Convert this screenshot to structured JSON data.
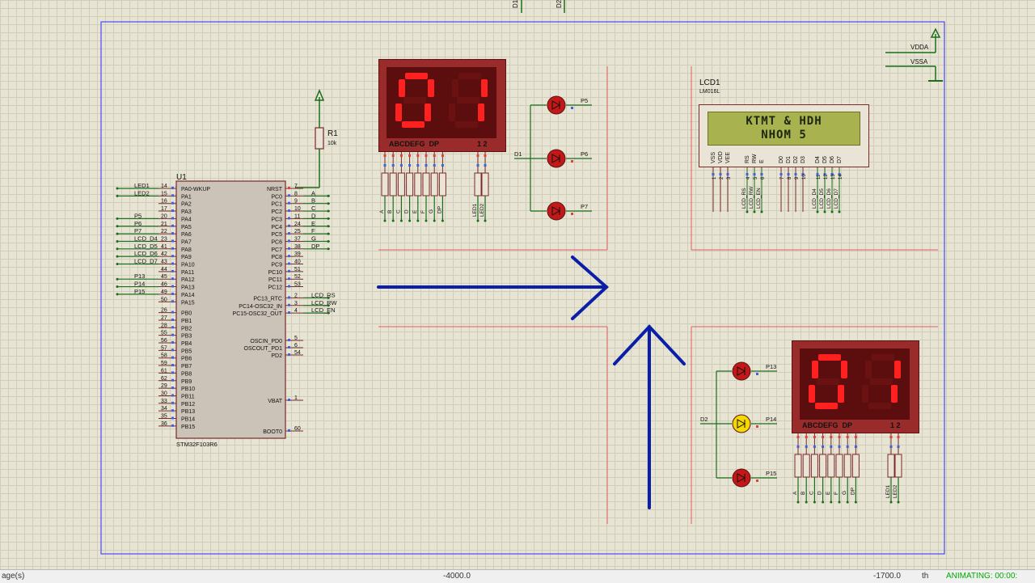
{
  "mcu": {
    "ref": "U1",
    "part": "STM32F103R6",
    "left_pins": [
      {
        "label": "PA0-WKUP",
        "num": "14",
        "net": "LED1"
      },
      {
        "label": "PA1",
        "num": "15",
        "net": "LED2"
      },
      {
        "label": "PA2",
        "num": "16",
        "net": ""
      },
      {
        "label": "PA3",
        "num": "17",
        "net": ""
      },
      {
        "label": "PA4",
        "num": "20",
        "net": "P5"
      },
      {
        "label": "PA5",
        "num": "21",
        "net": "P6"
      },
      {
        "label": "PA6",
        "num": "22",
        "net": "P7"
      },
      {
        "label": "PA7",
        "num": "23",
        "net": "LCD_D4"
      },
      {
        "label": "PA8",
        "num": "41",
        "net": "LCD_D5"
      },
      {
        "label": "PA9",
        "num": "42",
        "net": "LCD_D6"
      },
      {
        "label": "PA10",
        "num": "43",
        "net": "LCD_D7"
      },
      {
        "label": "PA11",
        "num": "44",
        "net": ""
      },
      {
        "label": "PA12",
        "num": "45",
        "net": "P13"
      },
      {
        "label": "PA13",
        "num": "46",
        "net": "P14"
      },
      {
        "label": "PA14",
        "num": "49",
        "net": "P15"
      },
      {
        "label": "PA15",
        "num": "50",
        "net": ""
      },
      {
        "label": "PB0",
        "num": "26",
        "net": ""
      },
      {
        "label": "PB1",
        "num": "27",
        "net": ""
      },
      {
        "label": "PB2",
        "num": "28",
        "net": ""
      },
      {
        "label": "PB3",
        "num": "55",
        "net": ""
      },
      {
        "label": "PB4",
        "num": "56",
        "net": ""
      },
      {
        "label": "PB5",
        "num": "57",
        "net": ""
      },
      {
        "label": "PB6",
        "num": "58",
        "net": ""
      },
      {
        "label": "PB7",
        "num": "59",
        "net": ""
      },
      {
        "label": "PB8",
        "num": "61",
        "net": ""
      },
      {
        "label": "PB9",
        "num": "62",
        "net": ""
      },
      {
        "label": "PB10",
        "num": "29",
        "net": ""
      },
      {
        "label": "PB11",
        "num": "30",
        "net": ""
      },
      {
        "label": "PB12",
        "num": "33",
        "net": ""
      },
      {
        "label": "PB13",
        "num": "34",
        "net": ""
      },
      {
        "label": "PB14",
        "num": "35",
        "net": ""
      },
      {
        "label": "PB15",
        "num": "36",
        "net": ""
      }
    ],
    "right_pins_top": [
      {
        "label": "NRST",
        "num": "7",
        "net": ""
      },
      {
        "label": "PC0",
        "num": "8",
        "net": "A"
      },
      {
        "label": "PC1",
        "num": "9",
        "net": "B"
      },
      {
        "label": "PC2",
        "num": "10",
        "net": "C"
      },
      {
        "label": "PC3",
        "num": "11",
        "net": "D"
      },
      {
        "label": "PC4",
        "num": "24",
        "net": "E"
      },
      {
        "label": "PC5",
        "num": "25",
        "net": "F"
      },
      {
        "label": "PC6",
        "num": "37",
        "net": "G"
      },
      {
        "label": "PC7",
        "num": "38",
        "net": "DP"
      },
      {
        "label": "PC8",
        "num": "39",
        "net": ""
      },
      {
        "label": "PC9",
        "num": "40",
        "net": ""
      },
      {
        "label": "PC10",
        "num": "51",
        "net": ""
      },
      {
        "label": "PC11",
        "num": "52",
        "net": ""
      },
      {
        "label": "PC12",
        "num": "53",
        "net": ""
      },
      {
        "label": "PC13_RTC",
        "num": "2",
        "net": "LCD_RS"
      },
      {
        "label": "PC14-OSC32_IN",
        "num": "3",
        "net": "LCD_RW"
      },
      {
        "label": "PC15-OSC32_OUT",
        "num": "4",
        "net": "LCD_EN"
      }
    ],
    "right_pins_bottom": [
      {
        "label": "OSCIN_PD0",
        "num": "5"
      },
      {
        "label": "OSCOUT_PD1",
        "num": "6"
      },
      {
        "label": "PD2",
        "num": "54"
      },
      {
        "label": "VBAT",
        "num": "1"
      },
      {
        "label": "BOOT0",
        "num": "60"
      }
    ]
  },
  "resistor": {
    "ref": "R1",
    "value": "10k"
  },
  "display1": {
    "digits": "01",
    "segment_labels": "ABCDEFG  DP",
    "digit_labels": "1 2",
    "bottom_nets": [
      "A",
      "B",
      "C",
      "D",
      "E",
      "F",
      "G",
      "DP"
    ],
    "led_nets": [
      "LED1",
      "LED2"
    ]
  },
  "display2": {
    "digits": "01",
    "segment_labels": "ABCDEFG  DP",
    "digit_labels": "1 2",
    "bottom_nets": [
      "A",
      "B",
      "C",
      "D",
      "E",
      "F",
      "G",
      "DP"
    ],
    "led_nets": [
      "LED1",
      "LED2"
    ]
  },
  "leds1": {
    "net": "D1",
    "labels": [
      "P5",
      "P6",
      "P7"
    ]
  },
  "leds2": {
    "net": "D2",
    "labels": [
      "P13",
      "P14",
      "P15"
    ]
  },
  "lcd": {
    "ref": "LCD1",
    "part": "LM016L",
    "line1": "KTMT & HDH",
    "line2": "NHOM 5",
    "pins": [
      "VSS",
      "VDD",
      "VEE",
      "RS",
      "RW",
      "E",
      "D0",
      "D1",
      "D2",
      "D3",
      "D4",
      "D5",
      "D6",
      "D7"
    ],
    "pin_nums": [
      "1",
      "2",
      "3",
      "4",
      "5",
      "6",
      "7",
      "8",
      "9",
      "10",
      "11",
      "12",
      "13",
      "14"
    ],
    "nets": [
      "LCD_RS",
      "LCD_RW",
      "LCD_EN",
      "LCD_D4",
      "LCD_D5",
      "LCD_D6",
      "LCD_D7"
    ]
  },
  "power": {
    "vdda": "VDDA",
    "vssa": "VSSA"
  },
  "top_labels": [
    "D1",
    "D2"
  ],
  "status": {
    "left": "age(s)",
    "center": "-4000.0",
    "right": "-1700.0",
    "units": "th",
    "anim": "ANIMATING: 00:00:"
  },
  "colors": {
    "wire": "#1a6e1a",
    "border": "#0000ff",
    "arrow": "#0a1ea8",
    "seg_on": "#ff2020",
    "seg_off": "#6a1212",
    "led_red": "#c41818",
    "led_yellow": "#f5d800",
    "pin_red": "#e04040",
    "pin_blue": "#4060e0"
  }
}
